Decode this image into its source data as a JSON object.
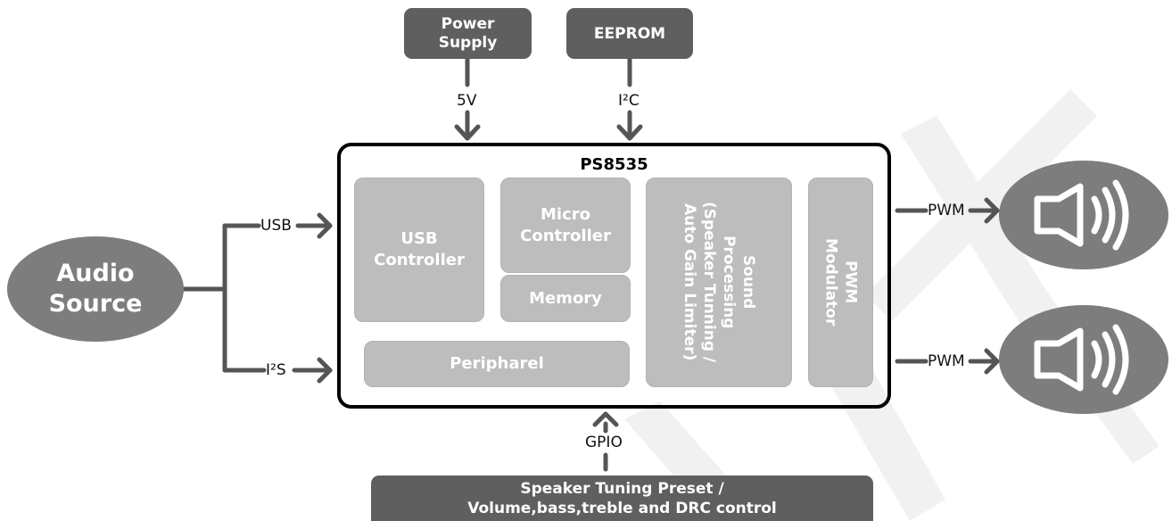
{
  "power_supply": {
    "label": "Power\nSupply"
  },
  "eeprom": {
    "label": "EEPROM"
  },
  "audio_source": {
    "label": "Audio\nSource"
  },
  "chip": {
    "title": "PS8535",
    "blocks": {
      "usb_controller": "USB\nController",
      "micro_controller": "Micro\nController",
      "memory": "Memory",
      "peripheral": "Peripharel",
      "sound_processing": "Sound\nProcessing\n(Speaker Tunning /\nAuto Gain Limiter)",
      "pwm_modulator": "PWM\nModulator"
    }
  },
  "signals": {
    "power": "5V",
    "eeprom": "I²C",
    "usb": "USB",
    "i2s": "I²S",
    "gpio": "GPIO",
    "pwm_top": "PWM",
    "pwm_bottom": "PWM"
  },
  "preset_bar": {
    "label": "Speaker Tuning Preset /\nVolume,bass,treble and DRC control"
  },
  "icons": {
    "speaker": "speaker-icon",
    "watermark": "watermark-graphic"
  },
  "colors": {
    "dark": "#5f5f5f",
    "inner": "#bdbdbd",
    "ellipse": "#7d7d7d",
    "line": "#555555"
  }
}
